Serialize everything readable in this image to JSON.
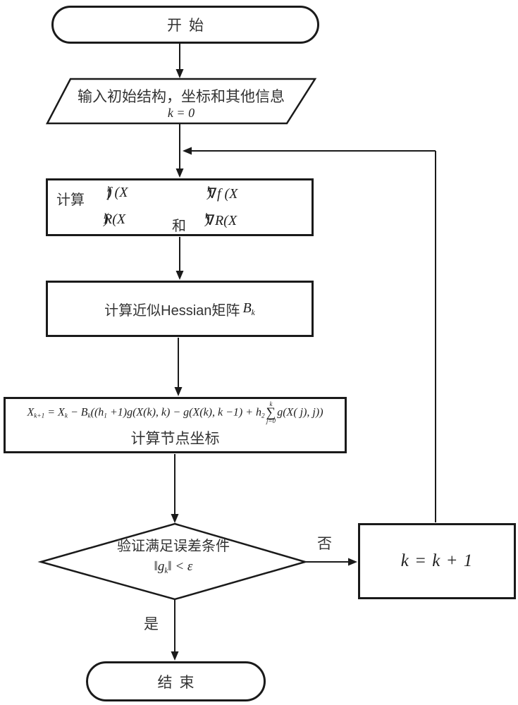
{
  "nodes": {
    "start": {
      "label": "开始"
    },
    "input": {
      "line1": "输入初始结构，坐标和其他信息",
      "k_var": "k",
      "k_rest": " = 0"
    },
    "compute": {
      "verb": "计算",
      "and": "和",
      "f_a": "f (X",
      "f_sub": "k",
      "f_b": ")",
      "gf_a": "∇f (X",
      "gf_sub": "k",
      "gf_b": ")",
      "r_a": "R(X",
      "r_sub": "K",
      "r_b": ")",
      "gr_a": "∇R(X",
      "gr_sub": "k",
      "gr_b": ")"
    },
    "hessian": {
      "text": "计算近似Hessian矩阵",
      "math_a": "B",
      "math_sub": "k"
    },
    "update": {
      "f1": "X",
      "f1s": "k+1",
      "f2": " = X",
      "f2s": "k",
      "f3": " − B",
      "f3s": "k",
      "f4": "((h",
      "f4s": "1",
      "f5": " +1)g(X(k), k) − g(X(k), k −1) + h",
      "f5s": "2",
      "sum_top": "k",
      "sum_sym": "∑",
      "sum_bot": "j=0",
      "f6": "g(X( j), j))",
      "caption": "计算节点坐标"
    },
    "decision": {
      "line1": "验证满足误差条件",
      "m_a": "‖g",
      "m_sub": "k",
      "m_b": "‖ < ε"
    },
    "k_update": {
      "expr": "k = k + 1"
    },
    "end": {
      "label": "结束"
    }
  },
  "edges": {
    "no_label": "否",
    "yes_label": "是"
  },
  "colors": {
    "stroke": "#1a1a1a",
    "text": "#333333",
    "background": "#ffffff"
  }
}
